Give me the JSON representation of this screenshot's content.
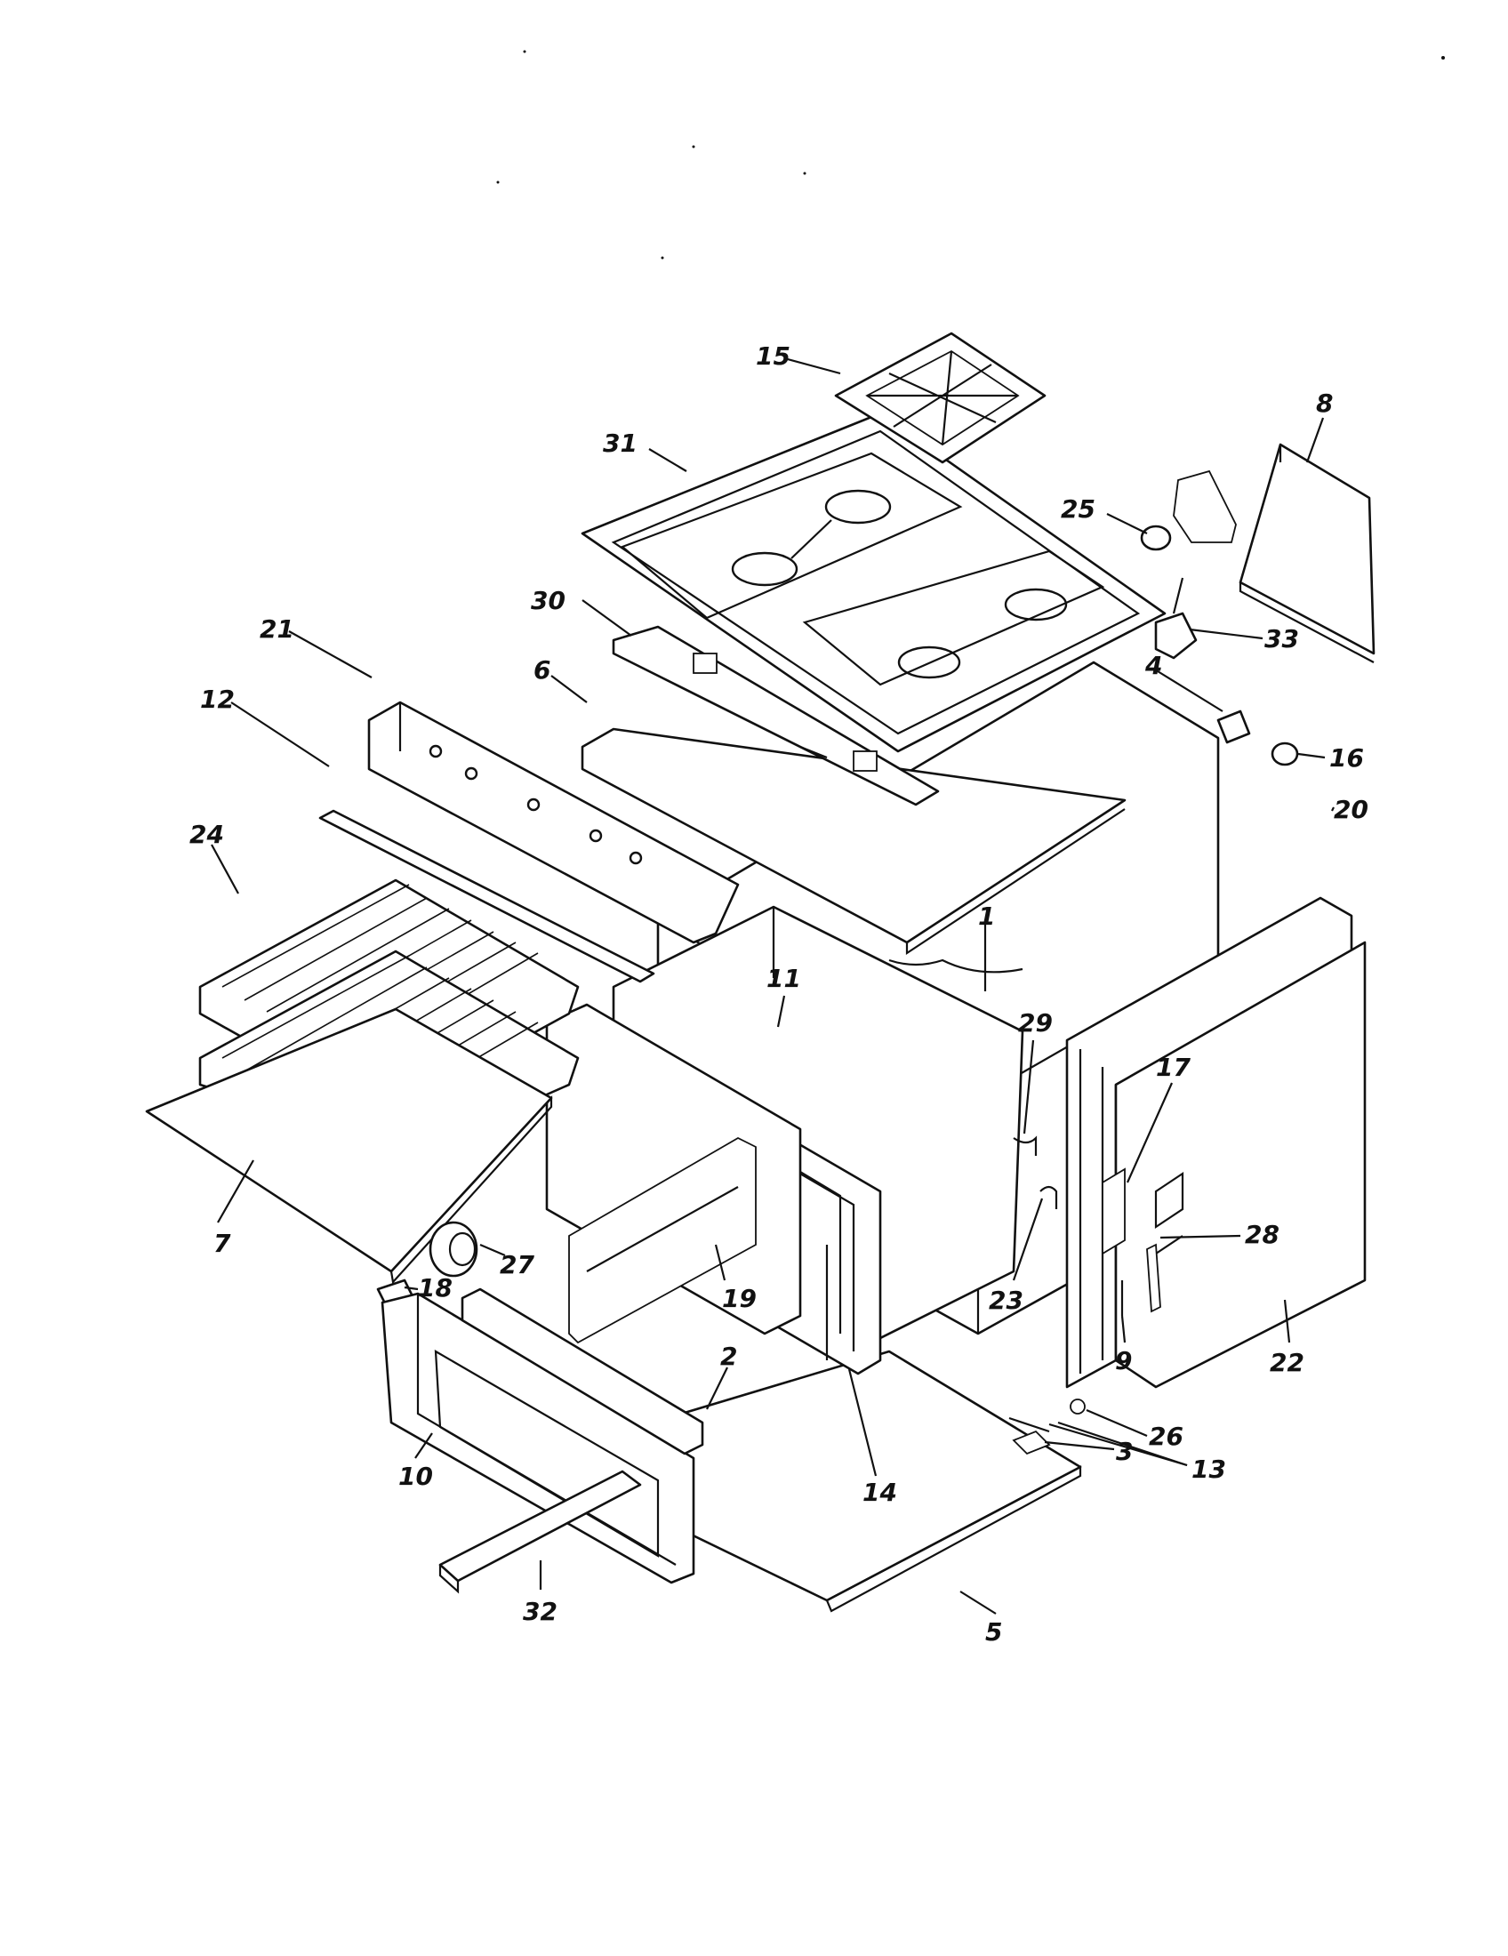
{
  "diagram": {
    "callouts": [
      {
        "id": "c15",
        "text": "15"
      },
      {
        "id": "c31",
        "text": "31"
      },
      {
        "id": "c8",
        "text": "8"
      },
      {
        "id": "c25",
        "text": "25"
      },
      {
        "id": "c30",
        "text": "30"
      },
      {
        "id": "c33",
        "text": "33"
      },
      {
        "id": "c21",
        "text": "21"
      },
      {
        "id": "c6",
        "text": "6"
      },
      {
        "id": "c4",
        "text": "4"
      },
      {
        "id": "c12",
        "text": "12"
      },
      {
        "id": "c16",
        "text": "16"
      },
      {
        "id": "c20",
        "text": "20"
      },
      {
        "id": "c24",
        "text": "24"
      },
      {
        "id": "c1",
        "text": "1"
      },
      {
        "id": "c11",
        "text": "11"
      },
      {
        "id": "c29",
        "text": "29"
      },
      {
        "id": "c17",
        "text": "17"
      },
      {
        "id": "c7",
        "text": "7"
      },
      {
        "id": "c27",
        "text": "27"
      },
      {
        "id": "c18",
        "text": "18"
      },
      {
        "id": "c19",
        "text": "19"
      },
      {
        "id": "c23",
        "text": "23"
      },
      {
        "id": "c28",
        "text": "28"
      },
      {
        "id": "c9",
        "text": "9"
      },
      {
        "id": "c22",
        "text": "22"
      },
      {
        "id": "c2",
        "text": "2"
      },
      {
        "id": "c26",
        "text": "26"
      },
      {
        "id": "c10",
        "text": "10"
      },
      {
        "id": "c14",
        "text": "14"
      },
      {
        "id": "c3",
        "text": "3"
      },
      {
        "id": "c13",
        "text": "13"
      },
      {
        "id": "c32",
        "text": "32"
      },
      {
        "id": "c5",
        "text": "5"
      }
    ]
  }
}
